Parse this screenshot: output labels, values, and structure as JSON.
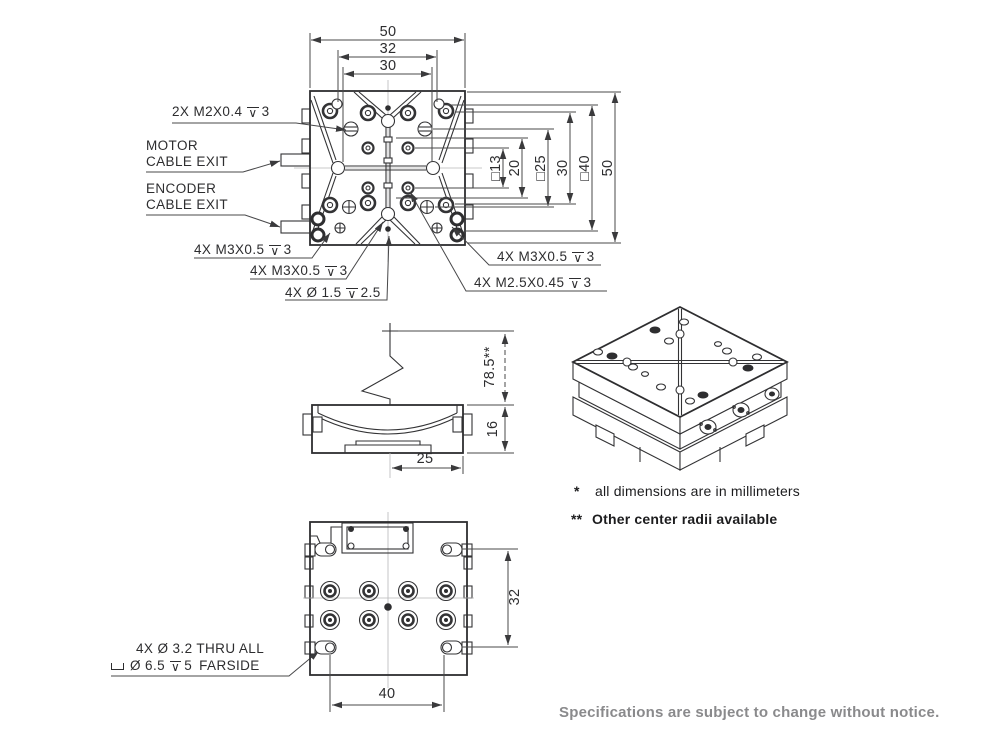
{
  "top_view": {
    "dim_50": "50",
    "dim_32": "32",
    "dim_30": "30",
    "right_dims": {
      "sq13": "□13",
      "d20": "20",
      "sq25": "□25",
      "d30": "30",
      "sq40": "□40",
      "d50": "50"
    },
    "callouts": {
      "m2": {
        "label": "2X M2X0.4",
        "depth": "3"
      },
      "motor": {
        "line1": "MOTOR",
        "line2": "CABLE EXIT"
      },
      "encoder": {
        "line1": "ENCODER",
        "line2": "CABLE EXIT"
      },
      "m3_left": {
        "label": "4X M3X0.5",
        "depth": "3"
      },
      "m3_center": {
        "label": "4X M3X0.5",
        "depth": "3"
      },
      "pin": {
        "label": "4X Ø 1.5",
        "depth": "2.5"
      },
      "m3_right": {
        "label": "4X M3X0.5",
        "depth": "3"
      },
      "m25": {
        "label": "4X M2.5X0.45",
        "depth": "3"
      }
    }
  },
  "side_view": {
    "dim_center_height": "78.5**",
    "dim_height": "16",
    "dim_half_width": "25"
  },
  "bottom_view": {
    "dim_vertical": "32",
    "dim_horizontal": "40",
    "callout": {
      "line1": "4X Ø 3.2 THRU ALL",
      "cbore_dia": "Ø 6.5",
      "cbore_depth": "5",
      "suffix": "FARSIDE"
    }
  },
  "notes": {
    "note1_marker": "*",
    "note1": "all dimensions are in millimeters",
    "note2_marker": "**",
    "note2": "Other center radii available"
  },
  "footer": "Specifications are subject to change without notice."
}
